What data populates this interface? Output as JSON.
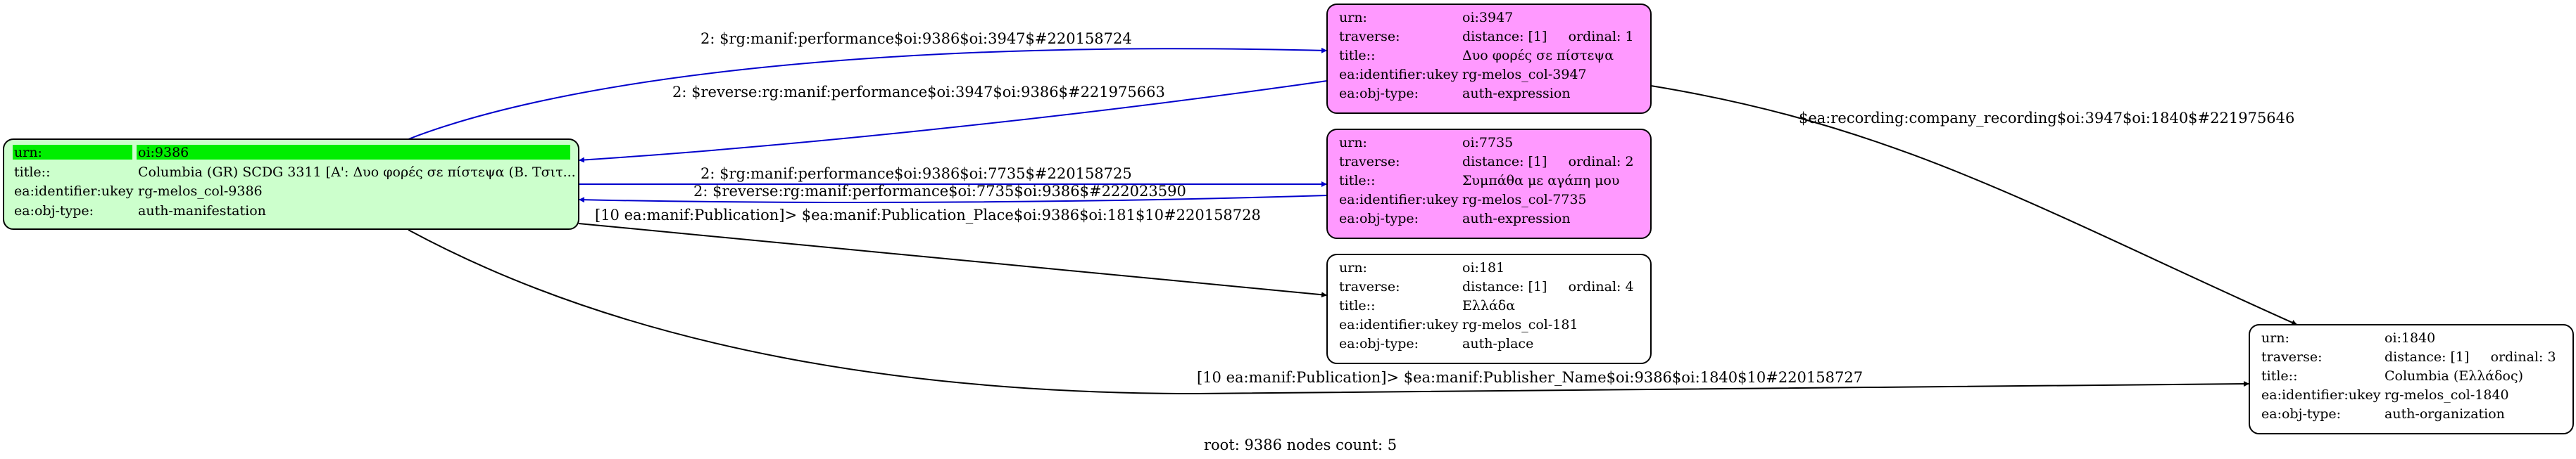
{
  "colors": {
    "root_fill": "#ccffcc",
    "root_header": "#00ee00",
    "expression_fill": "#ff99ff",
    "plain_fill": "#ffffff",
    "blue_edge": "#0000cc",
    "black_edge": "#000000"
  },
  "nodes": {
    "n9386": {
      "rows": [
        {
          "k": "urn:",
          "v": "oi:9386"
        },
        {
          "k": "title::",
          "v": "Columbia (GR) SCDG 3311 [A': Δυο φορές σε πίστεψα (Β. Τσιτ..."
        },
        {
          "k": "ea:identifier:ukey",
          "v": "rg-melos_col-9386"
        },
        {
          "k": "ea:obj-type:",
          "v": "auth-manifestation"
        }
      ]
    },
    "n3947": {
      "rows": [
        {
          "k": "urn:",
          "v": "oi:3947"
        },
        {
          "k": "traverse:",
          "v": "distance: [1]     ordinal: 1"
        },
        {
          "k": "title::",
          "v": "Δυο φορές σε πίστεψα"
        },
        {
          "k": "ea:identifier:ukey",
          "v": "rg-melos_col-3947"
        },
        {
          "k": "ea:obj-type:",
          "v": "auth-expression"
        }
      ]
    },
    "n7735": {
      "rows": [
        {
          "k": "urn:",
          "v": "oi:7735"
        },
        {
          "k": "traverse:",
          "v": "distance: [1]     ordinal: 2"
        },
        {
          "k": "title::",
          "v": "Συμπάθα με αγάπη μου"
        },
        {
          "k": "ea:identifier:ukey",
          "v": "rg-melos_col-7735"
        },
        {
          "k": "ea:obj-type:",
          "v": "auth-expression"
        }
      ]
    },
    "n181": {
      "rows": [
        {
          "k": "urn:",
          "v": "oi:181"
        },
        {
          "k": "traverse:",
          "v": "distance: [1]     ordinal: 4"
        },
        {
          "k": "title::",
          "v": "Ελλάδα"
        },
        {
          "k": "ea:identifier:ukey",
          "v": "rg-melos_col-181"
        },
        {
          "k": "ea:obj-type:",
          "v": "auth-place"
        }
      ]
    },
    "n1840": {
      "rows": [
        {
          "k": "urn:",
          "v": "oi:1840"
        },
        {
          "k": "traverse:",
          "v": "distance: [1]     ordinal: 3"
        },
        {
          "k": "title::",
          "v": "Columbia (Ελλάδος)"
        },
        {
          "k": "ea:identifier:ukey",
          "v": "rg-melos_col-1840"
        },
        {
          "k": "ea:obj-type:",
          "v": "auth-organization"
        }
      ]
    }
  },
  "edges": {
    "e1": "2: $rg:manif:performance$oi:9386$oi:3947$#220158724",
    "e2": "2: $reverse:rg:manif:performance$oi:3947$oi:9386$#221975663",
    "e3": "2: $rg:manif:performance$oi:9386$oi:7735$#220158725",
    "e4": "2: $reverse:rg:manif:performance$oi:7735$oi:9386$#222023590",
    "e5": "[10 ea:manif:Publication]> $ea:manif:Publication_Place$oi:9386$oi:181$10#220158728",
    "e6": "$ea:recording:company_recording$oi:3947$oi:1840$#221975646",
    "e7": "[10 ea:manif:Publication]> $ea:manif:Publisher_Name$oi:9386$oi:1840$10#220158727"
  },
  "footer": "root: 9386 nodes count: 5"
}
